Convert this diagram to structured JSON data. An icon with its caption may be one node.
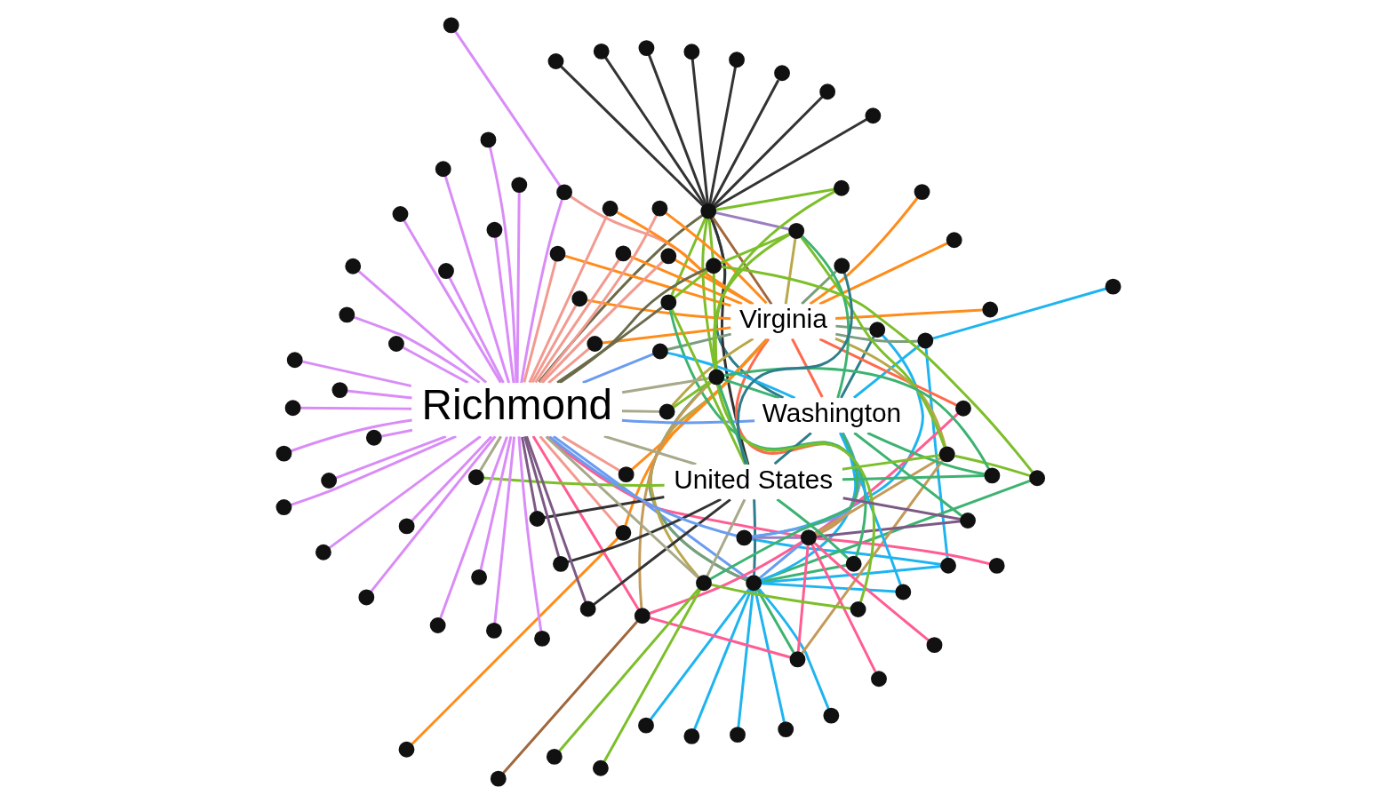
{
  "diagram": {
    "nodes": [
      {
        "text": [],
        "shape": "circle"
      },
      {
        "text": [],
        "shape": "circle"
      },
      {
        "text": [],
        "shape": "circle"
      },
      {
        "text": [],
        "shape": "circle"
      },
      {
        "text": [],
        "shape": "circle"
      },
      {
        "text": [],
        "shape": "circle"
      },
      {
        "text": [],
        "shape": "circle"
      },
      {
        "text": [],
        "shape": "circle"
      },
      {
        "text": [],
        "shape": "circle"
      },
      {
        "text": [],
        "shape": "circle"
      },
      {
        "text": [],
        "shape": "circle"
      },
      {
        "text": [],
        "shape": "circle"
      },
      {
        "text": [],
        "shape": "circle"
      },
      {
        "text": [],
        "shape": "circle"
      },
      {
        "text": [],
        "shape": "circle"
      },
      {
        "text": [],
        "shape": "circle"
      },
      {
        "text": [],
        "shape": "circle"
      },
      {
        "text": [],
        "shape": "circle"
      },
      {
        "text": [],
        "shape": "circle"
      },
      {
        "text": [],
        "shape": "circle"
      },
      {
        "text": [],
        "shape": "circle"
      },
      {
        "text": [],
        "shape": "circle"
      },
      {
        "text": [],
        "shape": "circle"
      },
      {
        "text": [],
        "shape": "circle"
      },
      {
        "text": [],
        "shape": "circle"
      },
      {
        "text": [],
        "shape": "circle"
      },
      {
        "text": [],
        "shape": "circle"
      },
      {
        "text": [],
        "shape": "circle"
      },
      {
        "text": [],
        "shape": "circle"
      },
      {
        "text": [
          "Virginia"
        ]
      },
      {
        "text": [],
        "shape": "circle"
      },
      {
        "text": [],
        "shape": "circle"
      },
      {
        "text": [],
        "shape": "circle"
      },
      {
        "text": [],
        "shape": "circle"
      },
      {
        "text": [],
        "shape": "circle"
      },
      {
        "text": [],
        "shape": "circle"
      },
      {
        "text": [],
        "shape": "circle"
      },
      {
        "text": [],
        "shape": "circle"
      },
      {
        "text": [],
        "shape": "circle"
      },
      {
        "text": [],
        "shape": "circle"
      },
      {
        "text": [
          "Washington"
        ]
      },
      {
        "text": [],
        "shape": "circle"
      },
      {
        "text": [],
        "shape": "circle"
      },
      {
        "text": [],
        "shape": "circle"
      },
      {
        "text": [],
        "shape": "circle"
      },
      {
        "text": [],
        "shape": "circle"
      },
      {
        "text": [],
        "shape": "circle"
      },
      {
        "text": [],
        "shape": "circle"
      },
      {
        "text": [],
        "shape": "circle"
      },
      {
        "text": [],
        "shape": "circle"
      },
      {
        "text": [],
        "shape": "circle"
      },
      {
        "text": [],
        "shape": "circle"
      },
      {
        "text": [],
        "shape": "circle"
      },
      {
        "text": [],
        "shape": "circle"
      },
      {
        "text": [],
        "shape": "circle"
      },
      {
        "text": [],
        "shape": "circle"
      },
      {
        "text": [],
        "shape": "circle"
      },
      {
        "text": [],
        "shape": "circle"
      },
      {
        "text": [],
        "shape": "circle"
      },
      {
        "text": [],
        "shape": "circle"
      },
      {
        "text": [],
        "shape": "circle"
      },
      {
        "text": [
          "United States"
        ]
      },
      {
        "text": [],
        "shape": "circle"
      },
      {
        "text": [],
        "shape": "circle"
      },
      {
        "text": [],
        "shape": "circle"
      },
      {
        "text": [],
        "shape": "circle"
      },
      {
        "text": [],
        "shape": "circle"
      },
      {
        "text": [
          "Richmond"
        ]
      },
      {
        "text": [],
        "shape": "circle"
      },
      {
        "text": [],
        "shape": "circle"
      },
      {
        "text": [],
        "shape": "circle"
      },
      {
        "text": [],
        "shape": "circle"
      },
      {
        "text": [],
        "shape": "circle"
      },
      {
        "text": [],
        "shape": "circle"
      },
      {
        "text": [],
        "shape": "circle"
      },
      {
        "text": [],
        "shape": "circle"
      },
      {
        "text": [],
        "shape": "circle"
      },
      {
        "text": [],
        "shape": "circle"
      },
      {
        "text": [],
        "shape": "circle"
      },
      {
        "text": [],
        "shape": "circle"
      },
      {
        "text": [],
        "shape": "circle"
      },
      {
        "text": [],
        "shape": "circle"
      },
      {
        "text": [],
        "shape": "circle"
      },
      {
        "text": [],
        "shape": "circle"
      },
      {
        "text": [],
        "shape": "circle"
      },
      {
        "text": [],
        "shape": "circle"
      },
      {
        "text": [],
        "shape": "circle"
      },
      {
        "text": [],
        "shape": "circle"
      },
      {
        "text": [],
        "shape": "circle"
      },
      {
        "text": [],
        "shape": "circle"
      },
      {
        "text": [],
        "shape": "circle"
      },
      {
        "text": [],
        "shape": "circle"
      }
    ],
    "edges": [
      {
        "from": 29,
        "to": 1,
        "arrow": "none",
        "color": "#ff8c1a"
      },
      {
        "from": 29,
        "to": 2,
        "arrow": "none",
        "color": "#ff8c1a"
      },
      {
        "from": 29,
        "to": 7,
        "arrow": "none",
        "color": "#ff8c1a"
      },
      {
        "from": 29,
        "to": 28,
        "arrow": "none",
        "color": "#ff8c1a"
      },
      {
        "from": 27,
        "to": 28,
        "arrow": "none",
        "color": "#ff8c1a"
      },
      {
        "from": 29,
        "to": 36,
        "arrow": "none",
        "color": "#ff8c1a"
      },
      {
        "from": 29,
        "to": 46,
        "arrow": "none",
        "color": "#ff8c1a"
      },
      {
        "from": 29,
        "to": 48,
        "arrow": "none",
        "color": "#ff8c1a"
      },
      {
        "from": 29,
        "to": 54,
        "arrow": "none",
        "color": "#ff8c1a"
      },
      {
        "from": 29,
        "to": 52,
        "arrow": "none",
        "color": "#ff8c1a"
      },
      {
        "from": 29,
        "to": 57,
        "arrow": "none",
        "color": "#ff8c1a"
      },
      {
        "from": 29,
        "to": 60,
        "arrow": "none",
        "color": "#ff8c1a"
      },
      {
        "from": 29,
        "to": 59,
        "arrow": "none",
        "color": "#ff8c1a"
      },
      {
        "from": 29,
        "to": 42,
        "arrow": "none",
        "color": "#f29a90"
      },
      {
        "from": 28,
        "to": 67,
        "arrow": "none",
        "color": "#f29a90"
      },
      {
        "from": 36,
        "to": 67,
        "arrow": "none",
        "color": "#f29a90"
      },
      {
        "from": 46,
        "to": 67,
        "arrow": "none",
        "color": "#f29a90"
      },
      {
        "from": 48,
        "to": 67,
        "arrow": "none",
        "color": "#f29a90"
      },
      {
        "from": 54,
        "to": 67,
        "arrow": "none",
        "color": "#f29a90"
      },
      {
        "from": 52,
        "to": 67,
        "arrow": "none",
        "color": "#f29a90"
      },
      {
        "from": 57,
        "to": 67,
        "arrow": "none",
        "color": "#f29a90"
      },
      {
        "from": 60,
        "to": 67,
        "arrow": "none",
        "color": "#f29a90"
      },
      {
        "from": 59,
        "to": 67,
        "arrow": "none",
        "color": "#f29a90"
      },
      {
        "from": 41,
        "to": 42,
        "arrow": "none"
      },
      {
        "from": 42,
        "to": 67,
        "arrow": "none"
      },
      {
        "from": 67,
        "to": 69,
        "arrow": "none"
      },
      {
        "from": 67,
        "to": 70,
        "arrow": "none"
      },
      {
        "from": 67,
        "to": 71,
        "arrow": "none"
      },
      {
        "from": 67,
        "to": 72,
        "arrow": "none"
      },
      {
        "from": 67,
        "to": 73,
        "arrow": "none"
      },
      {
        "from": 67,
        "to": 74,
        "arrow": "none"
      },
      {
        "from": 67,
        "to": 75,
        "arrow": "none"
      },
      {
        "from": 67,
        "to": 76,
        "arrow": "none"
      },
      {
        "from": 67,
        "to": 77,
        "arrow": "none"
      },
      {
        "from": 67,
        "to": 78,
        "arrow": "none"
      },
      {
        "from": 67,
        "to": 79,
        "arrow": "none"
      },
      {
        "from": 67,
        "to": 80,
        "arrow": "none"
      },
      {
        "from": 67,
        "to": 81,
        "arrow": "none"
      },
      {
        "from": 67,
        "to": 82,
        "arrow": "none"
      },
      {
        "from": 67,
        "to": 83,
        "arrow": "none"
      },
      {
        "from": 67,
        "to": 84,
        "arrow": "none"
      },
      {
        "from": 67,
        "to": 85,
        "arrow": "none"
      },
      {
        "from": 67,
        "to": 86,
        "arrow": "none"
      },
      {
        "from": 67,
        "to": 87,
        "arrow": "none"
      },
      {
        "from": 67,
        "to": 88,
        "arrow": "none"
      },
      {
        "from": 67,
        "to": 89,
        "arrow": "none"
      },
      {
        "from": 67,
        "to": 90,
        "arrow": "none"
      },
      {
        "from": 67,
        "to": 91,
        "arrow": "none"
      },
      {
        "from": 29,
        "to": 3,
        "arrow": "none",
        "color": "#7a9e7e"
      },
      {
        "from": 29,
        "to": 13,
        "arrow": "none",
        "color": "#7a9e7e"
      },
      {
        "from": 29,
        "to": 20,
        "arrow": "none",
        "color": "#7a9e7e"
      },
      {
        "from": 29,
        "to": 18,
        "arrow": "none",
        "color": "#a0673c"
      },
      {
        "from": 29,
        "to": 30,
        "arrow": "none",
        "color": "#ff6a4d"
      },
      {
        "from": 29,
        "to": 40,
        "arrow": "none",
        "color": "#ff6a4d"
      },
      {
        "from": 29,
        "to": 33,
        "arrow": "none",
        "color": "#ff6a4d"
      },
      {
        "from": 29,
        "to": 39,
        "arrow": "none",
        "color": "#b8a84a"
      },
      {
        "from": 29,
        "to": 37,
        "arrow": "none",
        "color": "#b8a84a"
      },
      {
        "from": 29,
        "to": 44,
        "arrow": "none",
        "color": "#b8a84a"
      },
      {
        "from": 29,
        "to": 50,
        "arrow": "none",
        "color": "#7a9e7e"
      },
      {
        "from": 29,
        "to": 56,
        "arrow": "none",
        "color": "#b8a84a"
      },
      {
        "from": 29,
        "to": 58,
        "arrow": "none",
        "color": "#7a9e7e"
      },
      {
        "from": 0,
        "to": 3,
        "arrow": "none",
        "color": "#1eb4f0"
      },
      {
        "from": 3,
        "to": 4,
        "arrow": "none",
        "color": "#1eb4f0"
      },
      {
        "from": 4,
        "to": 13,
        "arrow": "none",
        "color": "#1eb4f0"
      },
      {
        "from": 3,
        "to": 40,
        "arrow": "none",
        "color": "#1eb4f0"
      },
      {
        "from": 4,
        "to": 23,
        "arrow": "none",
        "color": "#1eb4f0"
      },
      {
        "from": 20,
        "to": 23,
        "arrow": "none",
        "color": "#1eb4f0"
      },
      {
        "from": 20,
        "to": 40,
        "arrow": "none",
        "color": "#2e7d8c"
      },
      {
        "from": 13,
        "to": 5,
        "arrow": "none",
        "color": "#1eb4f0"
      },
      {
        "from": 13,
        "to": 6,
        "arrow": "none",
        "color": "#1eb4f0"
      },
      {
        "from": 13,
        "to": 8,
        "arrow": "none",
        "color": "#1eb4f0"
      },
      {
        "from": 13,
        "to": 9,
        "arrow": "none",
        "color": "#1eb4f0"
      },
      {
        "from": 13,
        "to": 10,
        "arrow": "none",
        "color": "#1eb4f0"
      },
      {
        "from": 13,
        "to": 40,
        "arrow": "none",
        "color": "#1eb4f0"
      },
      {
        "from": 13,
        "to": 38,
        "arrow": "none",
        "color": "#1eb4f0"
      },
      {
        "from": 13,
        "to": 30,
        "arrow": "none",
        "color": "#6a9cf0"
      },
      {
        "from": 13,
        "to": 24,
        "arrow": "none",
        "color": "#3cb371"
      },
      {
        "from": 13,
        "to": 31,
        "arrow": "none",
        "color": "#3cb371"
      },
      {
        "from": 13,
        "to": 35,
        "arrow": "none",
        "color": "#3cb371"
      },
      {
        "from": 13,
        "to": 61,
        "arrow": "none",
        "color": "#2e7d8c"
      },
      {
        "from": 13,
        "to": 55,
        "arrow": "none",
        "color": "#3cb371"
      },
      {
        "from": 13,
        "to": 67,
        "arrow": "none",
        "color": "#6a9cf0"
      },
      {
        "from": 18,
        "to": 11,
        "arrow": "none",
        "color": "#333333"
      },
      {
        "from": 18,
        "to": 12,
        "arrow": "none",
        "color": "#333333"
      },
      {
        "from": 18,
        "to": 14,
        "arrow": "none",
        "color": "#333333"
      },
      {
        "from": 18,
        "to": 15,
        "arrow": "none",
        "color": "#333333"
      },
      {
        "from": 18,
        "to": 16,
        "arrow": "none",
        "color": "#333333"
      },
      {
        "from": 18,
        "to": 17,
        "arrow": "none",
        "color": "#333333"
      },
      {
        "from": 18,
        "to": 21,
        "arrow": "none",
        "color": "#333333"
      },
      {
        "from": 18,
        "to": 22,
        "arrow": "none",
        "color": "#333333"
      },
      {
        "from": 18,
        "to": 61,
        "arrow": "none",
        "color": "#333333"
      },
      {
        "from": 18,
        "to": 55,
        "arrow": "none",
        "color": "#7cbf2a"
      },
      {
        "from": 18,
        "to": 67,
        "arrow": "none",
        "color": "#6b6b4a"
      },
      {
        "from": 18,
        "to": 40,
        "arrow": "none",
        "color": "#2e7d8c"
      },
      {
        "from": 18,
        "to": 49,
        "arrow": "none",
        "color": "#7cbf2a"
      },
      {
        "from": 18,
        "to": 53,
        "arrow": "none",
        "color": "#7cbf2a"
      },
      {
        "from": 18,
        "to": 63,
        "arrow": "none",
        "color": "#7cbf2a"
      },
      {
        "from": 18,
        "to": 39,
        "arrow": "none",
        "color": "#9a7fc0"
      },
      {
        "from": 40,
        "to": 38,
        "arrow": "none",
        "color": "#1eb4f0"
      },
      {
        "from": 40,
        "to": 61,
        "arrow": "none",
        "color": "#2e7d8c"
      },
      {
        "from": 40,
        "to": 55,
        "arrow": "none",
        "color": "#3cb371"
      },
      {
        "from": 40,
        "to": 43,
        "arrow": "none",
        "color": "#3cb371"
      },
      {
        "from": 40,
        "to": 44,
        "arrow": "none",
        "color": "#3cb371"
      },
      {
        "from": 40,
        "to": 62,
        "arrow": "none",
        "color": "#3cb371"
      },
      {
        "from": 40,
        "to": 50,
        "arrow": "none",
        "color": "#1eb4f0"
      },
      {
        "from": 40,
        "to": 67,
        "arrow": "none",
        "color": "#6a9cf0"
      },
      {
        "from": 40,
        "to": 39,
        "arrow": "none",
        "color": "#3cb371"
      },
      {
        "from": 40,
        "to": 23,
        "arrow": "none",
        "color": "#6a9cf0"
      },
      {
        "from": 30,
        "to": 19,
        "arrow": "none",
        "color": "#ff5c93"
      },
      {
        "from": 30,
        "to": 25,
        "arrow": "none",
        "color": "#ff5c93"
      },
      {
        "from": 30,
        "to": 26,
        "arrow": "none",
        "color": "#ff5c93"
      },
      {
        "from": 30,
        "to": 34,
        "arrow": "none",
        "color": "#ff5c93"
      },
      {
        "from": 30,
        "to": 23,
        "arrow": "none",
        "color": "#9a7fc0"
      },
      {
        "from": 30,
        "to": 33,
        "arrow": "none",
        "color": "#ff5c93"
      },
      {
        "from": 30,
        "to": 37,
        "arrow": "none",
        "color": "#c49a5a"
      },
      {
        "from": 30,
        "to": 55,
        "arrow": "none",
        "color": "#c49a5a"
      },
      {
        "from": 30,
        "to": 67,
        "arrow": "none",
        "color": "#ff5c93"
      },
      {
        "from": 30,
        "to": 24,
        "arrow": "none",
        "color": "#ff5c93"
      },
      {
        "from": 30,
        "to": 43,
        "arrow": "none",
        "color": "#7d5a86"
      },
      {
        "from": 34,
        "to": 32,
        "arrow": "none",
        "color": "#a0673c"
      },
      {
        "from": 34,
        "to": 55,
        "arrow": "none",
        "color": "#c49a5a"
      },
      {
        "from": 34,
        "to": 24,
        "arrow": "none",
        "color": "#ff5c93"
      },
      {
        "from": 34,
        "to": 67,
        "arrow": "none",
        "color": "#ff5c93"
      },
      {
        "from": 55,
        "to": 56,
        "arrow": "none",
        "color": "#7cbf2a"
      },
      {
        "from": 55,
        "to": 53,
        "arrow": "none",
        "color": "#7cbf2a"
      },
      {
        "from": 55,
        "to": 63,
        "arrow": "none",
        "color": "#7cbf2a"
      },
      {
        "from": 55,
        "to": 62,
        "arrow": "none",
        "color": "#3cb371"
      },
      {
        "from": 55,
        "to": 61,
        "arrow": "none",
        "color": "#3cb371"
      },
      {
        "from": 55,
        "to": 51,
        "arrow": "none",
        "color": "#7cbf2a"
      },
      {
        "from": 55,
        "to": 39,
        "arrow": "none",
        "color": "#7cbf2a"
      },
      {
        "from": 55,
        "to": 67,
        "arrow": "none",
        "color": "#a8a88a"
      },
      {
        "from": 61,
        "to": 58,
        "arrow": "none",
        "color": "#2e7d8c"
      },
      {
        "from": 61,
        "to": 65,
        "arrow": "none",
        "color": "#333333"
      },
      {
        "from": 61,
        "to": 66,
        "arrow": "none",
        "color": "#333333"
      },
      {
        "from": 61,
        "to": 68,
        "arrow": "none",
        "color": "#333333"
      },
      {
        "from": 61,
        "to": 64,
        "arrow": "none",
        "color": "#7cbf2a"
      },
      {
        "from": 61,
        "to": 62,
        "arrow": "none",
        "color": "#3cb371"
      },
      {
        "from": 61,
        "to": 49,
        "arrow": "none",
        "color": "#7cbf2a"
      },
      {
        "from": 61,
        "to": 44,
        "arrow": "none",
        "color": "#a8a88a"
      },
      {
        "from": 61,
        "to": 37,
        "arrow": "none",
        "color": "#7cbf2a"
      },
      {
        "from": 61,
        "to": 67,
        "arrow": "none",
        "color": "#a8a88a"
      },
      {
        "from": 61,
        "to": 43,
        "arrow": "none",
        "color": "#7d5a86"
      },
      {
        "from": 61,
        "to": 31,
        "arrow": "none",
        "color": "#3cb371"
      },
      {
        "from": 44,
        "to": 45,
        "arrow": "none",
        "color": "#7cbf2a"
      },
      {
        "from": 44,
        "to": 47,
        "arrow": "none",
        "color": "#7cbf2a"
      },
      {
        "from": 49,
        "to": 53,
        "arrow": "none",
        "color": "#7cbf2a"
      },
      {
        "from": 53,
        "to": 35,
        "arrow": "none",
        "color": "#7cbf2a"
      },
      {
        "from": 37,
        "to": 39,
        "arrow": "none",
        "color": "#7cbf2a"
      },
      {
        "from": 37,
        "to": 35,
        "arrow": "none",
        "color": "#7cbf2a"
      },
      {
        "from": 31,
        "to": 49,
        "arrow": "none",
        "color": "#3cb371"
      },
      {
        "from": 39,
        "to": 53,
        "arrow": "none",
        "color": "#7cbf2a"
      },
      {
        "from": 24,
        "to": 37,
        "arrow": "none",
        "color": "#c49a5a"
      },
      {
        "from": 51,
        "to": 44,
        "arrow": "none",
        "color": "#7cbf2a"
      },
      {
        "from": 67,
        "to": 50,
        "arrow": "none",
        "color": "#6a9cf0"
      },
      {
        "from": 67,
        "to": 56,
        "arrow": "none",
        "color": "#a8a88a"
      },
      {
        "from": 67,
        "to": 23,
        "arrow": "none",
        "color": "#6a9cf0"
      },
      {
        "from": 67,
        "to": 65,
        "arrow": "none",
        "color": "#7d5a86"
      },
      {
        "from": 67,
        "to": 66,
        "arrow": "none",
        "color": "#7d5a86"
      },
      {
        "from": 67,
        "to": 68,
        "arrow": "none",
        "color": "#7d5a86"
      },
      {
        "from": 67,
        "to": 64,
        "arrow": "none",
        "color": "#a8a88a"
      },
      {
        "from": 67,
        "to": 49,
        "arrow": "none",
        "color": "#6b6b4a"
      },
      {
        "from": 67,
        "to": 53,
        "arrow": "none",
        "color": "#6b6b4a"
      },
      {
        "from": 67,
        "to": 44,
        "arrow": "none",
        "color": "#a8a88a"
      }
    ]
  }
}
